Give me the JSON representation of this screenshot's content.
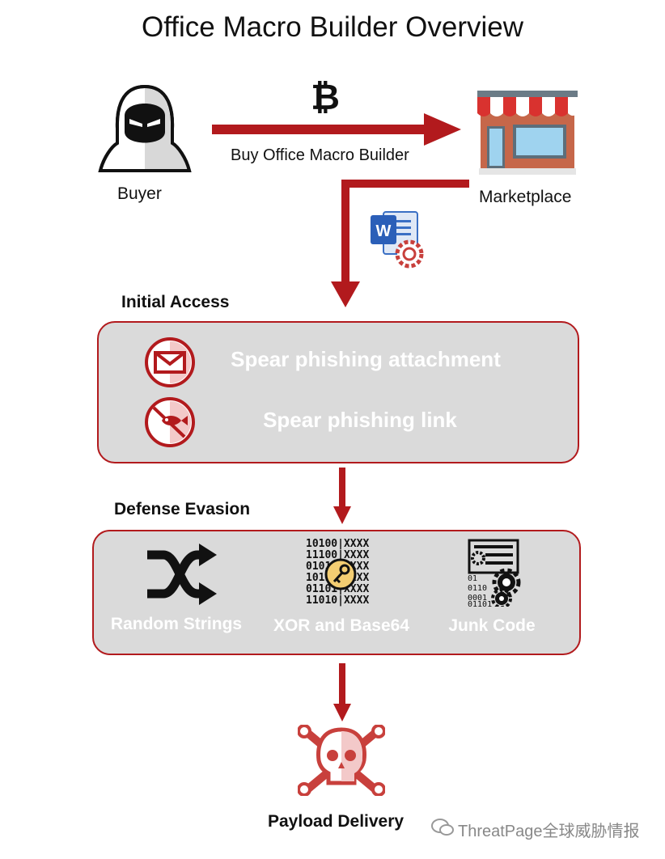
{
  "title": "Office Macro Builder Overview",
  "buyer": {
    "label": "Buyer"
  },
  "transaction": {
    "currency_symbol": "₿",
    "label": "Buy Office Macro Builder"
  },
  "marketplace": {
    "label": "Marketplace"
  },
  "initial_access": {
    "heading": "Initial Access",
    "items": [
      {
        "label": "Spear phishing attachment",
        "icon": "envelope-icon"
      },
      {
        "label": "Spear phishing link",
        "icon": "fishing-hook-icon"
      }
    ]
  },
  "defense_evasion": {
    "heading": "Defense Evasion",
    "items": [
      {
        "label": "Random Strings",
        "icon": "shuffle-icon"
      },
      {
        "label": "XOR and Base64",
        "icon": "binary-key-icon"
      },
      {
        "label": "Junk Code",
        "icon": "code-gears-icon"
      }
    ]
  },
  "payload": {
    "label": "Payload Delivery",
    "icon": "skull-crossbones-icon"
  },
  "watermark": {
    "text": "ThreatPage全球威胁情报"
  },
  "colors": {
    "accent": "#b21a1d",
    "box_fill": "#dadada",
    "text": "#111111"
  }
}
